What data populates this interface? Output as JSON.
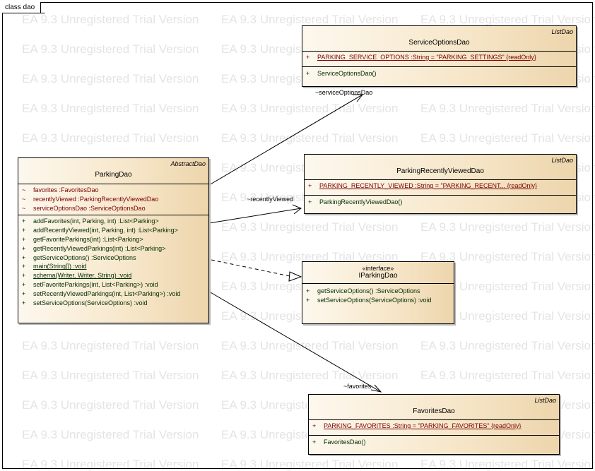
{
  "diagram": {
    "frame_label": "class dao",
    "watermark": "EA 9.3 Unregistered Trial Version"
  },
  "classes": {
    "parking_dao": {
      "parent": "AbstractDao",
      "name": "ParkingDao",
      "attributes": [
        {
          "vis": "~",
          "text": "favorites  :FavoritesDao"
        },
        {
          "vis": "~",
          "text": "recentlyViewed  :ParkingRecentlyViewedDao"
        },
        {
          "vis": "~",
          "text": "serviceOptionsDao  :ServiceOptionsDao"
        }
      ],
      "operations": [
        {
          "vis": "+",
          "text": "addFavorites(int, Parking, int)  :List<Parking>",
          "static": false
        },
        {
          "vis": "+",
          "text": "addRecentlyViewed(int, Parking, int)  :List<Parking>",
          "static": false
        },
        {
          "vis": "+",
          "text": "getFavoriteParkings(int)  :List<Parking>",
          "static": false
        },
        {
          "vis": "+",
          "text": "getRecentlyViewedParkings(int)  :List<Parking>",
          "static": false
        },
        {
          "vis": "+",
          "text": "getServiceOptions()  :ServiceOptions",
          "static": false
        },
        {
          "vis": "+",
          "text": "main(String[])  :void",
          "static": true
        },
        {
          "vis": "+",
          "text": "schema(Writer, Writer, String)  :void",
          "static": true
        },
        {
          "vis": "+",
          "text": "setFavoriteParkings(int, List<Parking>)  :void",
          "static": false
        },
        {
          "vis": "+",
          "text": "setRecentlyViewedParkings(int, List<Parking>)  :void",
          "static": false
        },
        {
          "vis": "+",
          "text": "setServiceOptions(ServiceOptions)  :void",
          "static": false
        }
      ]
    },
    "service_options_dao": {
      "parent": "ListDao",
      "name": "ServiceOptionsDao",
      "attributes": [
        {
          "vis": "+",
          "text": "PARKING_SERVICE_OPTIONS  :String = \"PARKING_SETTINGS\" {readOnly}"
        }
      ],
      "operations": [
        {
          "vis": "+",
          "text": "ServiceOptionsDao()"
        }
      ]
    },
    "parking_recently_viewed_dao": {
      "parent": "ListDao",
      "name": "ParkingRecentlyViewedDao",
      "attributes": [
        {
          "vis": "+",
          "text": "PARKING_RECENTLY_VIEWED  :String = \"PARKING_RECENT... {readOnly}"
        }
      ],
      "operations": [
        {
          "vis": "+",
          "text": "ParkingRecentlyViewedDao()"
        }
      ]
    },
    "i_parking_dao": {
      "stereotype": "«interface»",
      "name": "IParkingDao",
      "operations": [
        {
          "vis": "+",
          "text": "getServiceOptions()  :ServiceOptions"
        },
        {
          "vis": "+",
          "text": "setServiceOptions(ServiceOptions)  :void"
        }
      ]
    },
    "favorites_dao": {
      "parent": "ListDao",
      "name": "FavoritesDao",
      "attributes": [
        {
          "vis": "+",
          "text": "PARKING_FAVORITES  :String = \"PARKING_FAVORITES\" {readOnly}"
        }
      ],
      "operations": [
        {
          "vis": "+",
          "text": "FavoritesDao()"
        }
      ]
    }
  },
  "edges": {
    "service_options": {
      "label": "~serviceOptionsDao"
    },
    "recently_viewed": {
      "label": "~recentlyViewed"
    },
    "favorites": {
      "label": "~favorites"
    }
  }
}
